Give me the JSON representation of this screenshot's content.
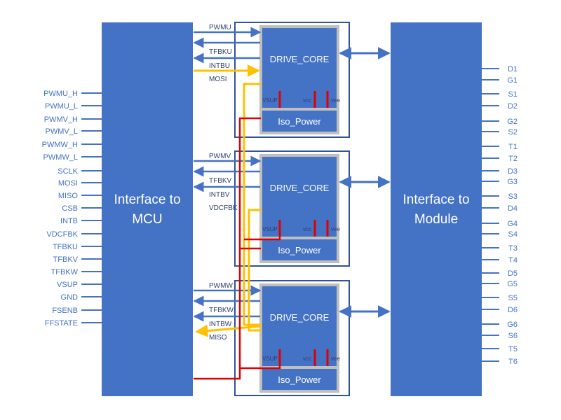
{
  "colors": {
    "block_fill": "#4472c4",
    "outline": "#2f5597",
    "core_border": "#bfbfbf",
    "line_blue": "#4472c4",
    "line_yellow": "#ffc000",
    "line_red": "#e00000",
    "text_blue": "#4472c4"
  },
  "mcu": {
    "title_line1": "Interface to",
    "title_line2": "MCU"
  },
  "module": {
    "title_line1": "Interface to",
    "title_line2": "Module"
  },
  "left_pins": [
    "PWMU_H",
    "PWMU_L",
    "PWMV_H",
    "PWMV_L",
    "PWMW_H",
    "PWMW_L",
    "SCLK",
    "MOSI",
    "MISO",
    "CSB",
    "INTB",
    "VDCFBK",
    "TFBKU",
    "TFBKV",
    "TFBKW",
    "VSUP",
    "GND",
    "FSENB",
    "FFSTATE"
  ],
  "right_pins": [
    "D1",
    "G1",
    "S1",
    "D2",
    "G2",
    "S2",
    "T1",
    "T2",
    "D3",
    "G3",
    "S3",
    "D4",
    "G4",
    "S4",
    "T3",
    "T4",
    "D5",
    "G5",
    "S5",
    "D6",
    "G6",
    "S6",
    "T5",
    "T6"
  ],
  "channels": [
    {
      "core_label": "DRIVE_CORE",
      "iso_label": "Iso_Power",
      "signals": [
        "PWMU",
        "TFBKU",
        "INTBU",
        "MOSI"
      ],
      "power": [
        "VSUP",
        "vcc",
        "vee"
      ]
    },
    {
      "core_label": "DRIVE_CORE",
      "iso_label": "Iso_Power",
      "signals": [
        "PWMV",
        "TFBKV",
        "INTBV",
        "VDCFBK"
      ],
      "power": [
        "VSUP",
        "vcc",
        "vee"
      ]
    },
    {
      "core_label": "DRIVE_CORE",
      "iso_label": "Iso_Power",
      "signals": [
        "PWMW",
        "TFBKW",
        "INTBW",
        "MISO"
      ],
      "power": [
        "VSUP",
        "vcc",
        "vee"
      ]
    }
  ]
}
